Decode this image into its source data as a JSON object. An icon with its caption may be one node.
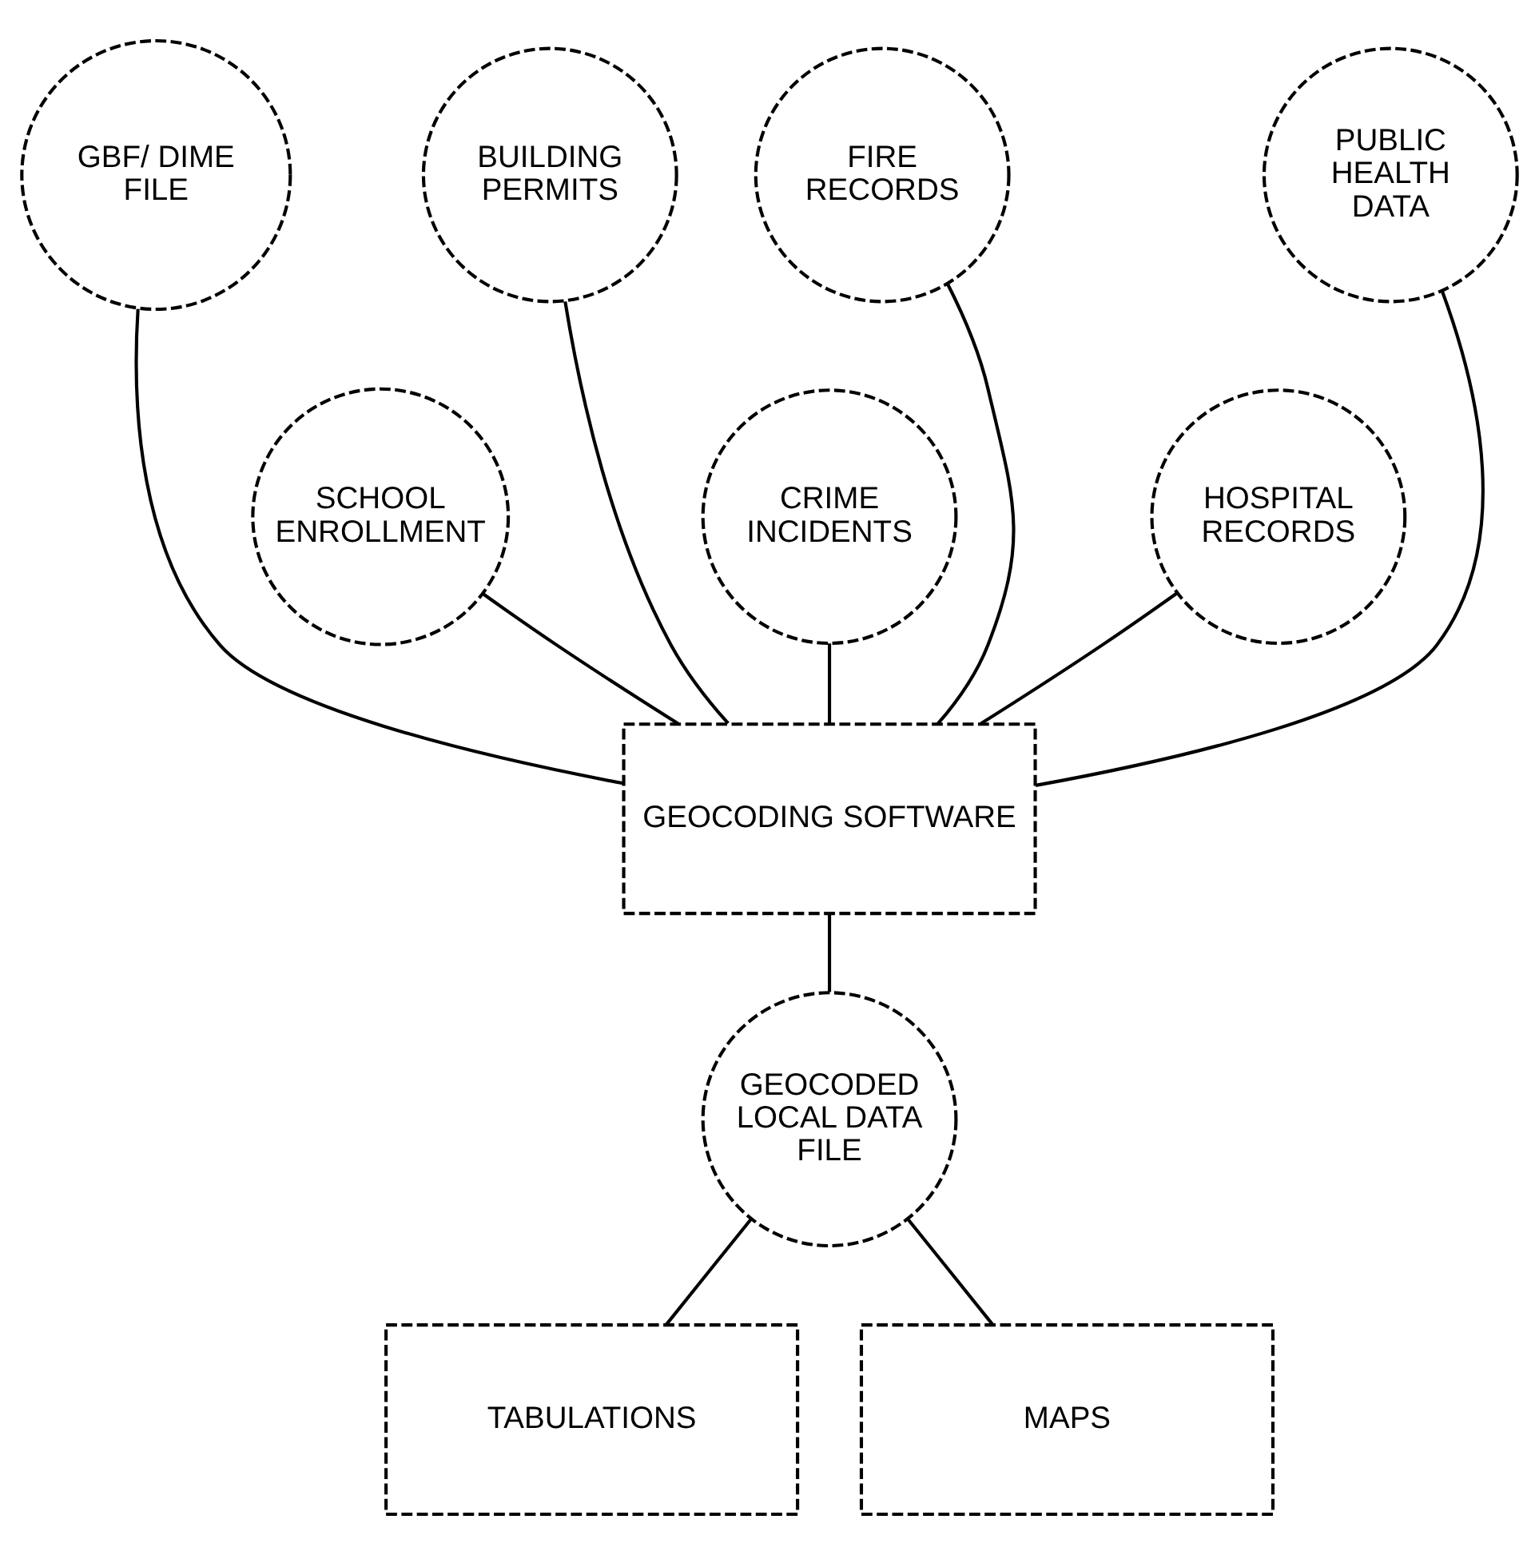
{
  "diagram": {
    "nodes": [
      {
        "text": [
          "GBF/ DIME FILE"
        ]
      },
      {
        "text": [
          "BUILDING PERMITS"
        ]
      },
      {
        "text": [
          "FIRE RECORDS"
        ]
      },
      {
        "text": [
          "PUBLIC HEALTH DATA"
        ]
      },
      {
        "text": [
          "SCHOOL ENROLLMENT"
        ]
      },
      {
        "text": [
          "CRIME INCIDENTS"
        ]
      },
      {
        "text": [
          "HOSPITAL RECORDS"
        ]
      },
      {
        "text": [
          "GEOCODING SOFTWARE"
        ]
      },
      {
        "text": [
          "GEOCODED LOCAL DATA FILE"
        ]
      },
      {
        "text": [
          "TABULATIONS"
        ]
      },
      {
        "text": [
          "MAPS"
        ]
      }
    ],
    "edges": [
      {
        "from": 0,
        "to": 7,
        "arrow": "none"
      },
      {
        "from": 1,
        "to": 7,
        "arrow": "none"
      },
      {
        "from": 2,
        "to": 7,
        "arrow": "none"
      },
      {
        "from": 3,
        "to": 7,
        "arrow": "none"
      },
      {
        "from": 4,
        "to": 7,
        "arrow": "none"
      },
      {
        "from": 5,
        "to": 7,
        "arrow": "none"
      },
      {
        "from": 6,
        "to": 7,
        "arrow": "none"
      },
      {
        "from": 7,
        "to": 8,
        "arrow": "none"
      },
      {
        "from": 8,
        "to": 9,
        "arrow": "none"
      },
      {
        "from": 8,
        "to": 10,
        "arrow": "none"
      }
    ]
  }
}
